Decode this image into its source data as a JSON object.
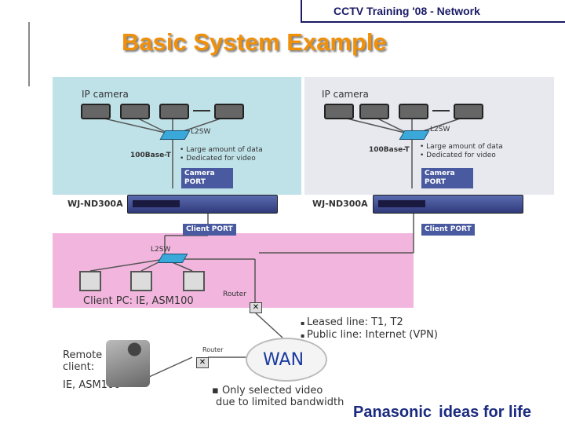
{
  "header": {
    "title": "CCTV Training '08 - Network"
  },
  "page_title": "Basic System Example",
  "left_site": {
    "camera_label": "IP camera",
    "switch_label": "L2SW",
    "link_label": "100Base-T",
    "bullets": [
      "Large amount of data",
      "Dedicated for video"
    ],
    "port_label_1": "Camera",
    "port_label_2": "PORT",
    "device_label": "WJ-ND300A",
    "client_port": "Client PORT"
  },
  "right_site": {
    "camera_label": "IP camera",
    "switch_label": "L2SW",
    "link_label": "100Base-T",
    "bullets": [
      "Large amount of data",
      "Dedicated for video"
    ],
    "port_label_1": "Camera",
    "port_label_2": "PORT",
    "device_label": "WJ-ND300A",
    "client_port": "Client PORT"
  },
  "client_area": {
    "switch_label": "L2SW",
    "client_label": "Client PC: IE, ASM100",
    "router_label": "Router"
  },
  "wan": {
    "label": "WAN",
    "line_bullets": [
      "Leased line: T1, T2",
      "Public line: Internet (VPN)"
    ],
    "bandwidth_note_1": "Only selected video",
    "bandwidth_note_2": "due to limited bandwidth"
  },
  "remote": {
    "label_1": "Remote",
    "label_2": "client:",
    "label_3": "IE, ASM100",
    "router_label": "Router"
  },
  "brand": {
    "name": "Panasonic",
    "tagline": "ideas for life"
  }
}
